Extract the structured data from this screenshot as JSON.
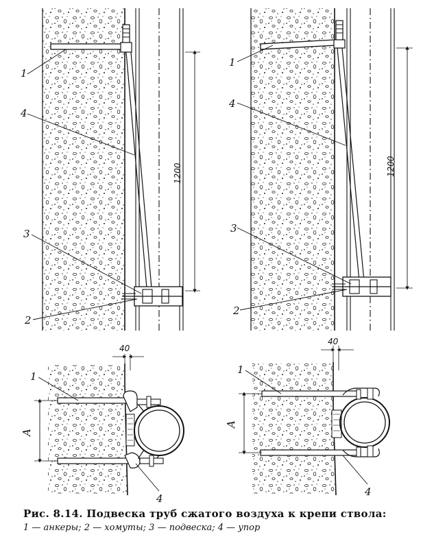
{
  "caption": {
    "title": "Рис. 8.14. Подвеска труб сжатого воздуха к крепи ствола:",
    "legend": "1 — анкеры;  2 — хомуты;  3 — подвеска;  4 — упор"
  },
  "labels": {
    "anchors": "1",
    "clamps": "2",
    "hanger": "3",
    "stop": "4"
  },
  "dimensions": {
    "height": "1200",
    "offset": "40",
    "spacing": "A"
  },
  "colors": {
    "ink": "#111111",
    "paper": "#ffffff"
  }
}
